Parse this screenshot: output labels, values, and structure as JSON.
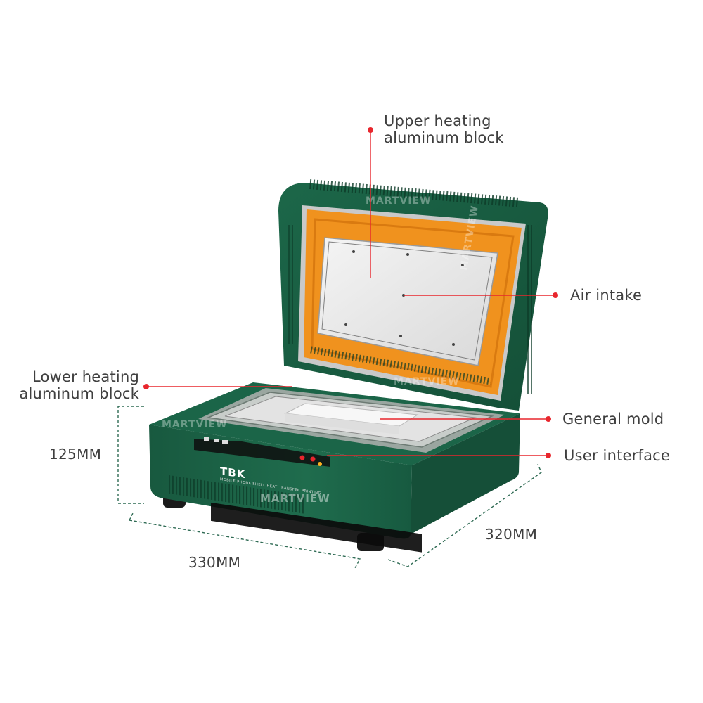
{
  "labels": {
    "upper_heating": [
      "Upper heating",
      "aluminum block"
    ],
    "air_intake": "Air intake",
    "lower_heating": [
      "Lower heating",
      "aluminum block"
    ],
    "general_mold": "General mold",
    "user_interface": "User interface"
  },
  "dimensions": {
    "height": "125MM",
    "width": "330MM",
    "depth": "320MM"
  },
  "device": {
    "brand": "TBK",
    "subtitle": "MOBILE PHONE SHELL HEAT TRANSFER PRINTING",
    "watermark": "MARTVIEW"
  },
  "colors": {
    "body_green": "#1d6a4c",
    "frame_orange": "#f0921e",
    "callout_red": "#e8262d"
  }
}
